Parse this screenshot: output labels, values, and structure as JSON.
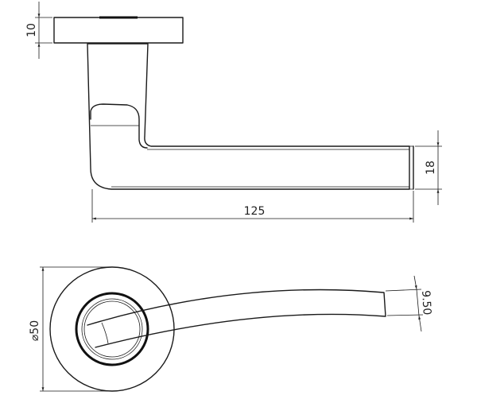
{
  "side_view": {
    "rose_thickness_label": "10",
    "lever_height_label": "18",
    "lever_length_label": "125"
  },
  "top_view": {
    "rose_diameter_label": "⌀50",
    "lever_tip_width_label": "9.50"
  },
  "colors": {
    "line": "#1a1a1a",
    "background": "#ffffff"
  }
}
